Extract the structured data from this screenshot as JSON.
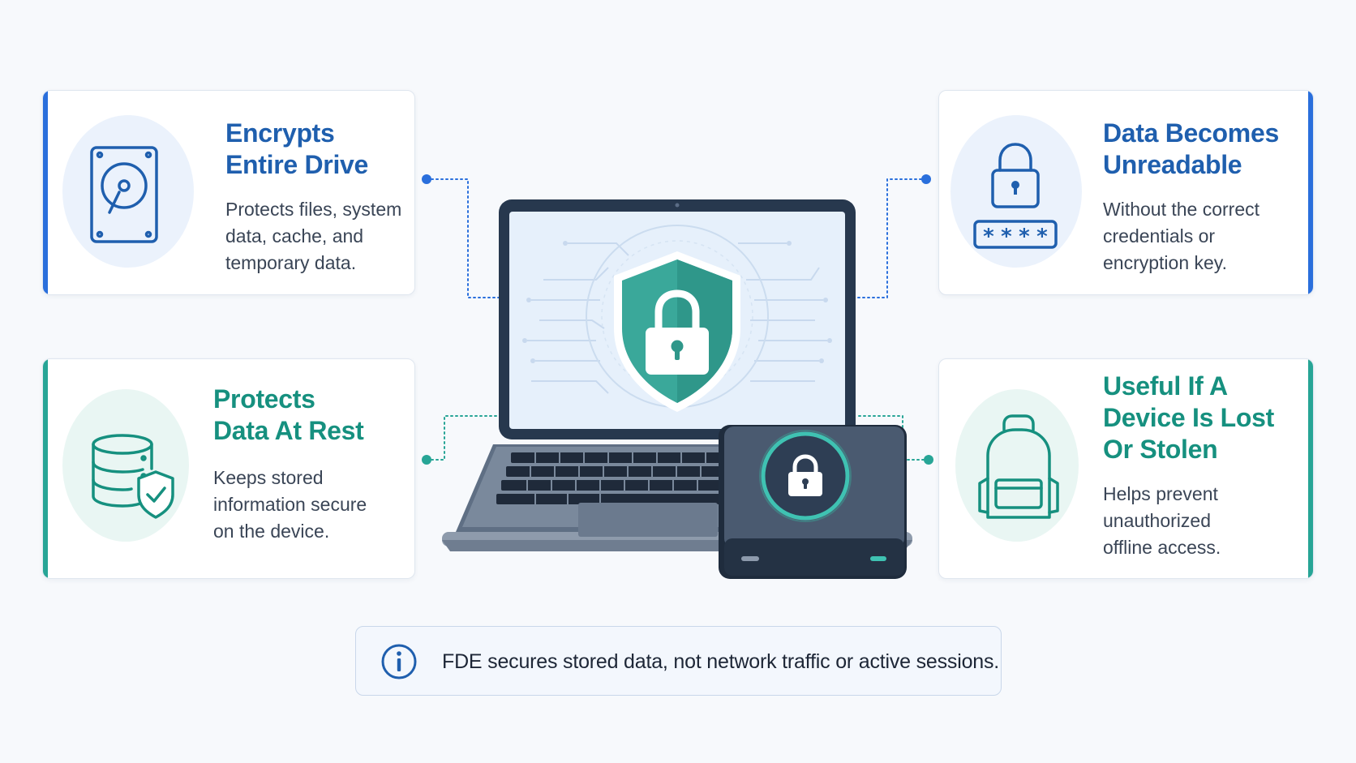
{
  "cards": [
    {
      "title_line1": "Encrypts",
      "title_line2": "Entire Drive",
      "description": [
        "Protects files, system",
        "data, cache, and",
        "temporary data."
      ],
      "icon": "hard-drive-icon",
      "color": "#1f5fae"
    },
    {
      "title_line1": "Protects",
      "title_line2": "Data At Rest",
      "description": [
        "Keeps stored",
        "information secure",
        "on the device."
      ],
      "icon": "database-shield-icon",
      "color": "#16907f"
    },
    {
      "title_line1": "Data Becomes",
      "title_line2": "Unreadable",
      "description": [
        "Without the correct",
        "credentials or",
        "encryption key."
      ],
      "icon": "padlock-password-icon",
      "color": "#1f5fae"
    },
    {
      "title_line1": "Useful If A",
      "title_line2": "Device Is Lost",
      "title_line3": "Or Stolen",
      "description": [
        "Helps prevent",
        "unauthorized",
        "offline access."
      ],
      "icon": "backpack-icon",
      "color": "#16907f"
    }
  ],
  "center_illustration": {
    "laptop_icon": "laptop-shield-lock-icon",
    "drive_icon": "external-drive-lock-icon",
    "shield_color": "#3aa89a"
  },
  "note": {
    "icon": "info-icon",
    "text": "FDE secures stored data, not network traffic or active sessions."
  },
  "colors": {
    "blue_accent": "#2a6fdc",
    "teal_accent": "#27a596",
    "background": "#f7f9fc"
  }
}
